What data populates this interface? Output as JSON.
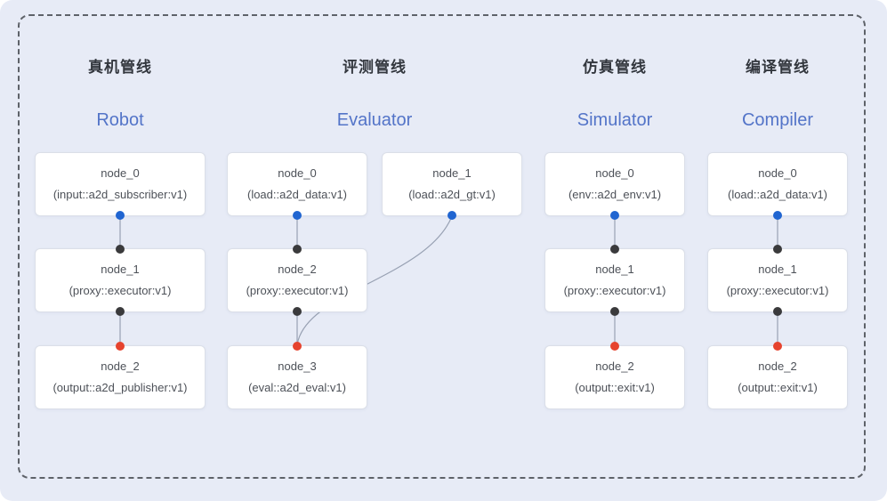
{
  "diagram": {
    "background_color": "#E7EBF6",
    "frame_border_color": "#5E6269",
    "title_zh_color": "#33373E",
    "title_en_color": "#5374C8",
    "node_box_color": "#FFFFFF",
    "node_border_color": "#DBDFE8",
    "edge_color": "#98A1B3",
    "port_colors": {
      "source_port": "#2065D1",
      "proxy_port": "#3A3A3C",
      "sink_port": "#E6432E"
    }
  },
  "pipelines": [
    {
      "title_zh": "真机管线",
      "title_en": "Robot",
      "nodes": [
        {
          "name": "node_0",
          "type": "(input::a2d_subscriber:v1)",
          "ports": {
            "bottom": "blue"
          }
        },
        {
          "name": "node_1",
          "type": "(proxy::executor:v1)",
          "ports": {
            "top": "black",
            "bottom": "black"
          }
        },
        {
          "name": "node_2",
          "type": "(output::a2d_publisher:v1)",
          "ports": {
            "top": "red"
          }
        }
      ]
    },
    {
      "title_zh": "评测管线",
      "title_en": "Evaluator",
      "nodes": [
        {
          "name": "node_0",
          "type": "(load::a2d_data:v1)",
          "ports": {
            "bottom": "blue"
          }
        },
        {
          "name": "node_1",
          "type": "(load::a2d_gt:v1)",
          "ports": {
            "bottom": "blue"
          }
        },
        {
          "name": "node_2",
          "type": "(proxy::executor:v1)",
          "ports": {
            "top": "black",
            "bottom": "black"
          }
        },
        {
          "name": "node_3",
          "type": "(eval::a2d_eval:v1)",
          "ports": {
            "top": "red"
          }
        }
      ]
    },
    {
      "title_zh": "仿真管线",
      "title_en": "Simulator",
      "nodes": [
        {
          "name": "node_0",
          "type": "(env::a2d_env:v1)",
          "ports": {
            "bottom": "blue"
          }
        },
        {
          "name": "node_1",
          "type": "(proxy::executor:v1)",
          "ports": {
            "top": "black",
            "bottom": "black"
          }
        },
        {
          "name": "node_2",
          "type": "(output::exit:v1)",
          "ports": {
            "top": "red"
          }
        }
      ]
    },
    {
      "title_zh": "编译管线",
      "title_en": "Compiler",
      "nodes": [
        {
          "name": "node_0",
          "type": "(load::a2d_data:v1)",
          "ports": {
            "bottom": "blue"
          }
        },
        {
          "name": "node_1",
          "type": "(proxy::executor:v1)",
          "ports": {
            "top": "black",
            "bottom": "black"
          }
        },
        {
          "name": "node_2",
          "type": "(output::exit:v1)",
          "ports": {
            "top": "red"
          }
        }
      ]
    }
  ],
  "edges": [
    {
      "from": "robot.node_0.bottom",
      "to": "robot.node_1.top"
    },
    {
      "from": "robot.node_1.bottom",
      "to": "robot.node_2.top"
    },
    {
      "from": "evaluator.node_0.bottom",
      "to": "evaluator.node_2.top"
    },
    {
      "from": "evaluator.node_1.bottom",
      "to": "evaluator.node_3.top",
      "style": "curved"
    },
    {
      "from": "evaluator.node_2.bottom",
      "to": "evaluator.node_3.top"
    },
    {
      "from": "simulator.node_0.bottom",
      "to": "simulator.node_1.top"
    },
    {
      "from": "simulator.node_1.bottom",
      "to": "simulator.node_2.top"
    },
    {
      "from": "compiler.node_0.bottom",
      "to": "compiler.node_1.top"
    },
    {
      "from": "compiler.node_1.bottom",
      "to": "compiler.node_2.top"
    }
  ]
}
